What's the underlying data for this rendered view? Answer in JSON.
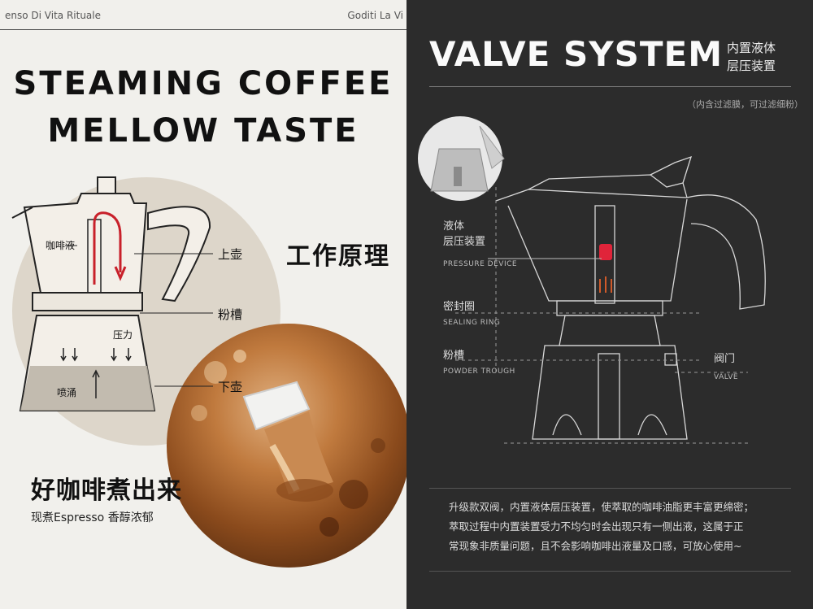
{
  "left": {
    "header_left": "enso Di Vita Rituale",
    "header_right": "Goditi La Vi",
    "headline_1": "STEAMING COFFEE",
    "headline_2": "MELLOW TASTE",
    "principle_title": "工作原理",
    "diagram": {
      "coffee_liquid": "咖啡液",
      "pressure": "压力",
      "spray": "喷涌",
      "upper_pot": "上壶",
      "powder_trough": "粉槽",
      "lower_pot": "下壶"
    },
    "slogan": "好咖啡煮出来",
    "subslogan": "现煮Espresso 香醇浓郁"
  },
  "right": {
    "title": "VALVE SYSTEM",
    "title_cn_1": "内置液体",
    "title_cn_2": "层压装置",
    "note": "（内含过滤膜，可过滤细粉）",
    "labels": {
      "pressure_cn_1": "液体",
      "pressure_cn_2": "层压装置",
      "pressure_en": "PRESSURE DEVICE",
      "sealing_cn": "密封圈",
      "sealing_en": "SEALING RING",
      "powder_cn": "粉槽",
      "powder_en": "POWDER TROUGH",
      "valve_cn": "阀门",
      "valve_en": "VALVE"
    },
    "paragraph": [
      "升级款双阀，内置液体层压装置，使萃取的咖啡油脂更丰富更绵密；",
      "萃取过程中内置装置受力不均匀时会出现只有一侧出液，这属于正",
      "常现象非质量问题，且不会影响咖啡出液量及口感，可放心使用~"
    ]
  },
  "colors": {
    "left_bg": "#f1f0ec",
    "right_bg": "#2c2c2c",
    "accent_red": "#c8202a",
    "circle_beige": "#ddd6ca"
  }
}
